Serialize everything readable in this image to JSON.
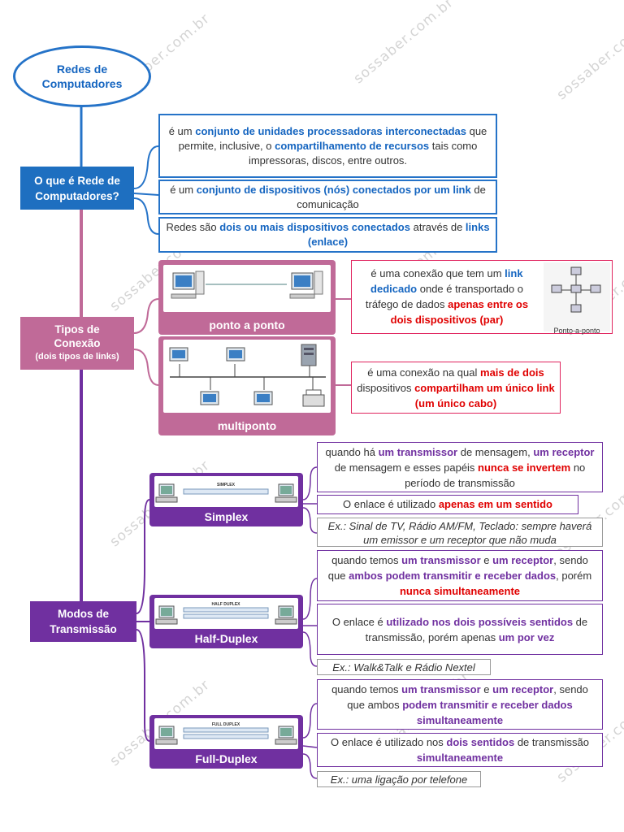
{
  "watermark": "sossaber.com.br",
  "root": {
    "line1": "Redes de",
    "line2": "Computadores"
  },
  "section1": {
    "title_line1": "O que é Rede de",
    "title_line2": "Computadores?",
    "def1": {
      "a": "é um ",
      "b": "conjunto de unidades processadoras interconectadas",
      "c": " que permite, inclusive, o ",
      "d": "compartilhamento de recursos",
      "e": " tais como impressoras, discos, entre outros."
    },
    "def2": {
      "a": "é um ",
      "b": "conjunto de dispositivos (nós) conectados por um link",
      "c": " de comunicação"
    },
    "def3": {
      "a": "Redes são ",
      "b": "dois ou mais dispositivos conectados",
      "c": " através de ",
      "d": "links (enlace)"
    }
  },
  "section2": {
    "title_line1": "Tipos de",
    "title_line2": "Conexão",
    "title_line3": "(dois tipos de links)",
    "ponto": {
      "label": "ponto a ponto",
      "desc_a": "é uma conexão que tem um ",
      "desc_b": "link dedicado",
      "desc_c": " onde é transportado o tráfego de dados ",
      "desc_d": "apenas entre os dois dispositivos (par)",
      "image_caption": "Ponto-a-ponto"
    },
    "multiponto": {
      "label": "multiponto",
      "desc_a": "é uma conexão na qual ",
      "desc_b": "mais de dois",
      "desc_c": " dispositivos ",
      "desc_d": "compartilham um único link (um único cabo)"
    }
  },
  "section3": {
    "title_line1": "Modos de",
    "title_line2": "Transmissão",
    "simplex": {
      "label": "Simplex",
      "tag": "SIMPLEX",
      "d1_a": "quando há ",
      "d1_b": "um transmissor",
      "d1_c": " de mensagem, ",
      "d1_d": "um receptor",
      "d1_e": " de mensagem e esses papéis ",
      "d1_f": "nunca se invertem",
      "d1_g": " no período de transmissão",
      "d2_a": "O enlace é utilizado ",
      "d2_b": "apenas em um sentido",
      "ex": "Ex.: Sinal de TV, Rádio AM/FM, Teclado: sempre haverá um emissor e um receptor que não muda"
    },
    "half": {
      "label": "Half-Duplex",
      "tag": "HALF DUPLEX",
      "d1_a": "quando temos ",
      "d1_b": "um transmissor",
      "d1_c": " e ",
      "d1_d": "um receptor",
      "d1_e": ", sendo que ",
      "d1_f": "ambos podem transmitir e receber dados",
      "d1_g": ", porém ",
      "d1_h": "nunca simultaneamente",
      "d2_a": "O enlace é ",
      "d2_b": "utilizado nos dois possíveis sentidos",
      "d2_c": " de transmissão, porém apenas ",
      "d2_d": "um por vez",
      "ex": "Ex.: Walk&Talk e Rádio Nextel"
    },
    "full": {
      "label": "Full-Duplex",
      "tag": "FULL DUPLEX",
      "d1_a": "quando temos ",
      "d1_b": "um transmissor",
      "d1_c": " e ",
      "d1_d": "um receptor",
      "d1_e": ", sendo que ambos ",
      "d1_f": "podem transmitir e receber dados simultaneamente",
      "d2_a": "O enlace é utilizado nos ",
      "d2_b": "dois sentidos",
      "d2_c": " de transmissão ",
      "d2_d": "simultaneamente",
      "ex": "Ex.: uma ligação por telefone"
    }
  },
  "colors": {
    "blue": "#1e6fc0",
    "pink": "#c06a98",
    "purple": "#7030a0",
    "red": "#e00000"
  }
}
